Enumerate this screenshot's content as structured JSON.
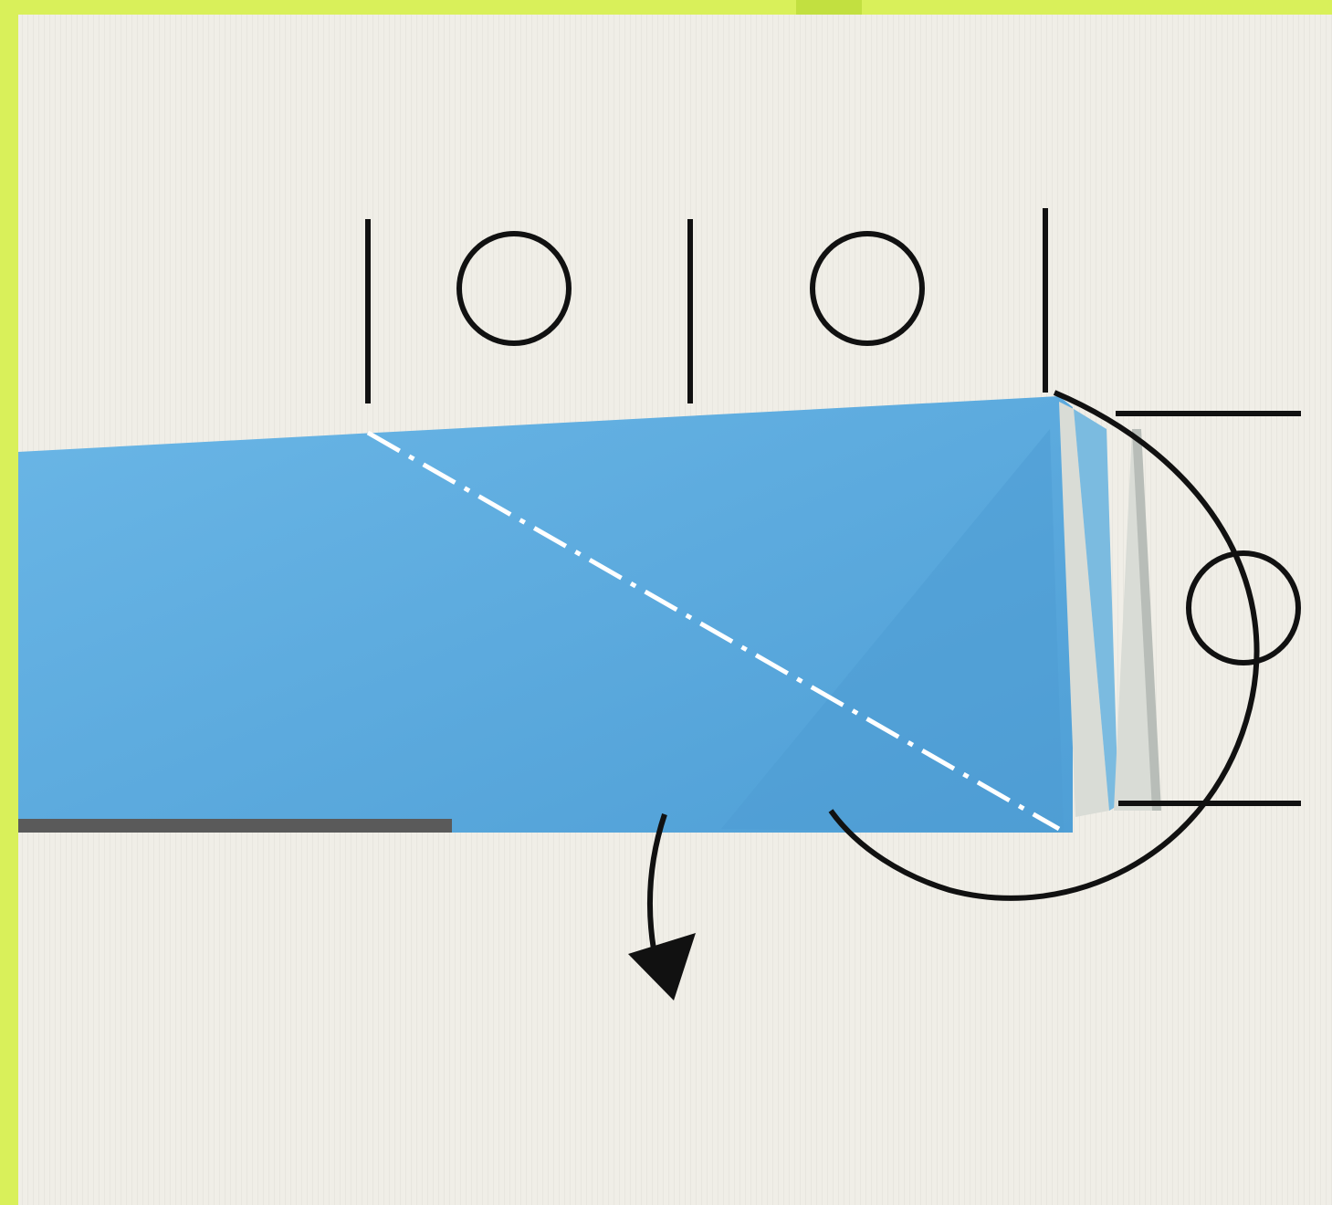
{
  "colors": {
    "frame": "#d9f05a",
    "background": "#efede6",
    "paper": "#5eaee2",
    "paper_shade": "#4f9fd6",
    "paper_edge": "#d8dbd6",
    "ink": "#111111",
    "fold_line": "#ffffff"
  },
  "diagram": {
    "symbols": [
      {
        "kind": "circle-equal-mark",
        "icon": "equal-length-circle-icon"
      },
      {
        "kind": "circle-equal-mark",
        "icon": "equal-length-circle-icon"
      },
      {
        "kind": "circle-equal-mark",
        "icon": "equal-length-circle-icon"
      }
    ],
    "fold_line_style": "mountain-fold dash-dot",
    "arrows": [
      {
        "kind": "fold-direction",
        "icon": "curved-down-arrow-icon"
      },
      {
        "kind": "rotation",
        "icon": "circular-arrow-icon"
      }
    ]
  }
}
